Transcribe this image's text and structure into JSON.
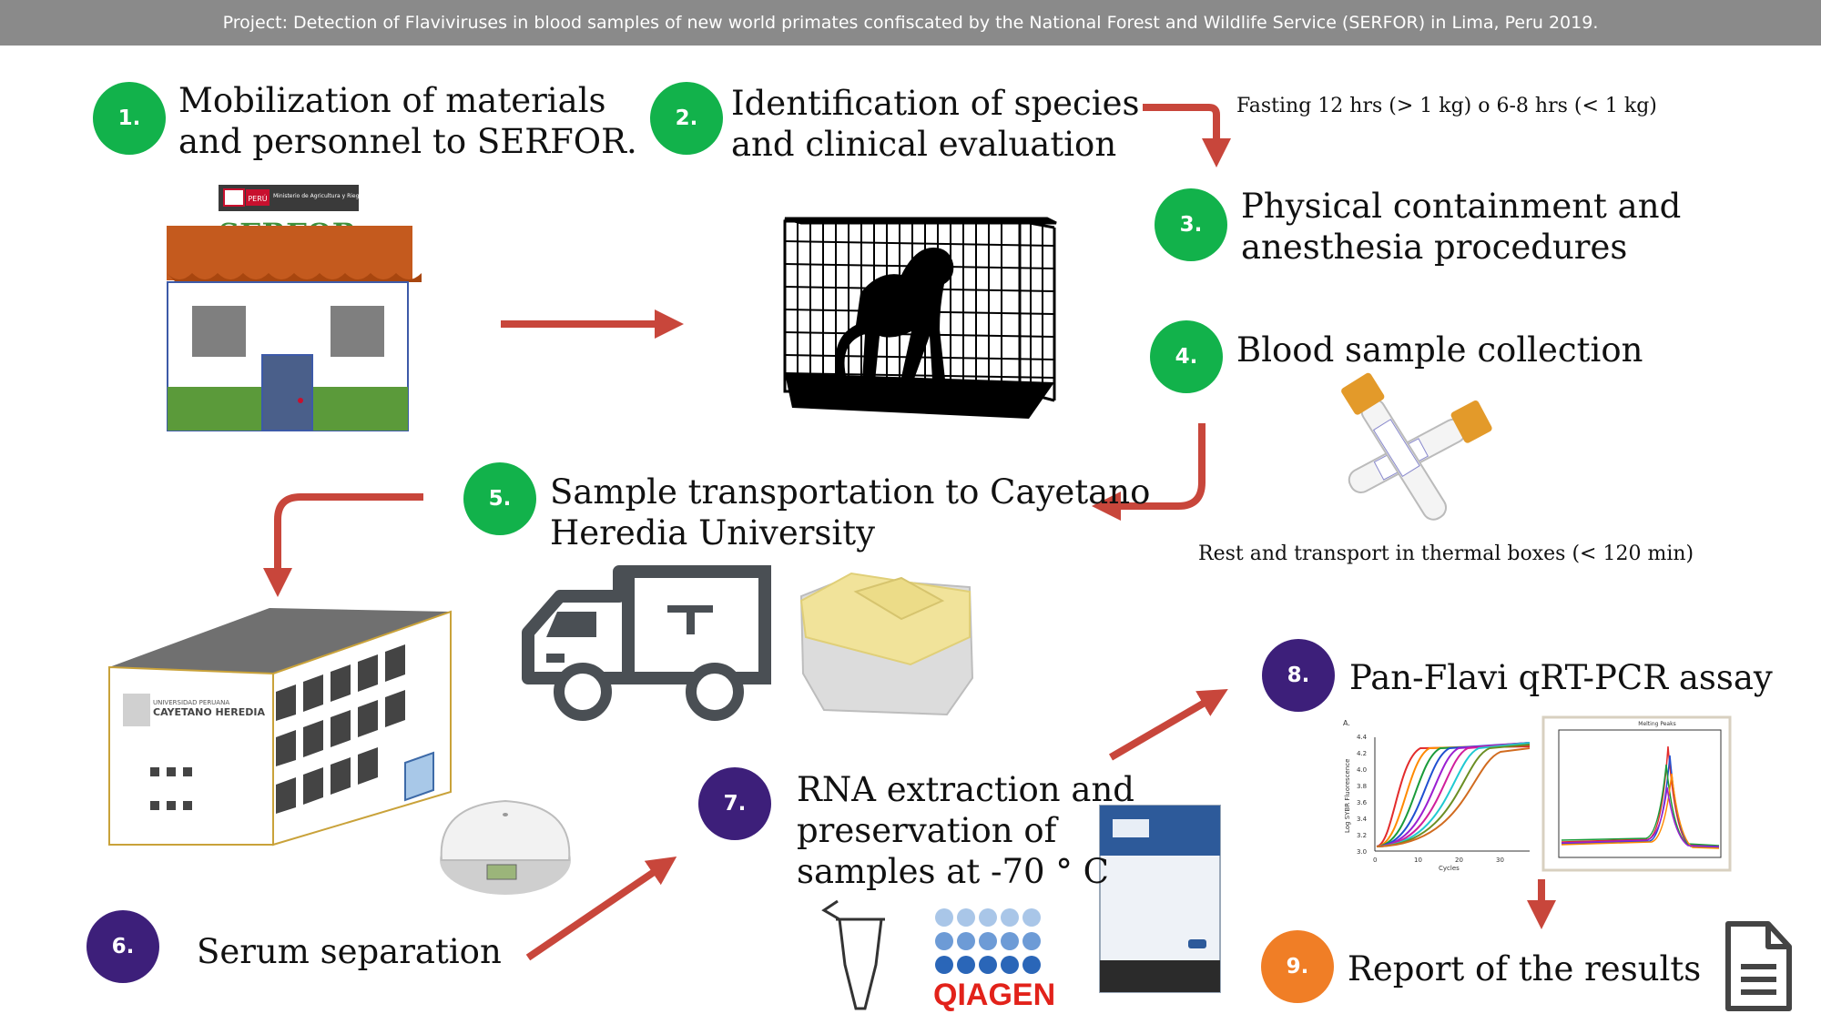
{
  "banner": {
    "text": "Project: Detection of Flaviviruses in blood samples of new world primates confiscated by the National Forest and Wildlife Service (SERFOR) in Lima, Peru 2019."
  },
  "colors": {
    "green": "#12b24b",
    "purple": "#3d1f7a",
    "orange": "#f07e26",
    "arrow": "#c8463b",
    "banner": "#8a8a8a"
  },
  "steps": [
    {
      "number": "1.",
      "line1": "Mobilization of materials",
      "line2": "and personnel to SERFOR."
    },
    {
      "number": "2.",
      "line1": "Identification of species",
      "line2": "and clinical evaluation"
    },
    {
      "number": "3.",
      "line1": "Physical containment and",
      "line2": "anesthesia procedures"
    },
    {
      "number": "4.",
      "line1": "Blood sample collection"
    },
    {
      "number": "5.",
      "line1": "Sample transportation to Cayetano",
      "line2": "Heredia University"
    },
    {
      "number": "6.",
      "line1": "Serum separation"
    },
    {
      "number": "7.",
      "line1": "RNA extraction and",
      "line2": "preservation of",
      "line3": "samples at -70 ° C"
    },
    {
      "number": "8.",
      "line1": "Pan-Flavi qRT-PCR assay"
    },
    {
      "number": "9.",
      "line1": "Report of the results"
    }
  ],
  "notes": {
    "fasting": "Fasting 12 hrs  (> 1 kg) o 6-8 hrs (< 1 kg)",
    "transport": "Rest and transport in thermal boxes (< 120 min)"
  },
  "logos": {
    "serfor_name": "SERFOR",
    "serfor_gov": "Ministerio de Agricultura y Riego",
    "peru": "PERÚ",
    "university_line1": "UNIVERSIDAD PERUANA",
    "university_line2": "CAYETANO HEREDIA",
    "qiagen": "QIAGEN"
  },
  "chart": {
    "amplification_ylabel": "Log SYBR Fluorescence",
    "amplification_xlabel": "Cycles",
    "amplification_yticks": [
      "4.4",
      "4.2",
      "4.0",
      "3.8",
      "3.6",
      "3.4",
      "3.2",
      "3.0"
    ],
    "amplification_xticks": [
      "0",
      "10",
      "20",
      "30"
    ],
    "panel_label": "A.",
    "melting_title": "Melting Peaks"
  }
}
